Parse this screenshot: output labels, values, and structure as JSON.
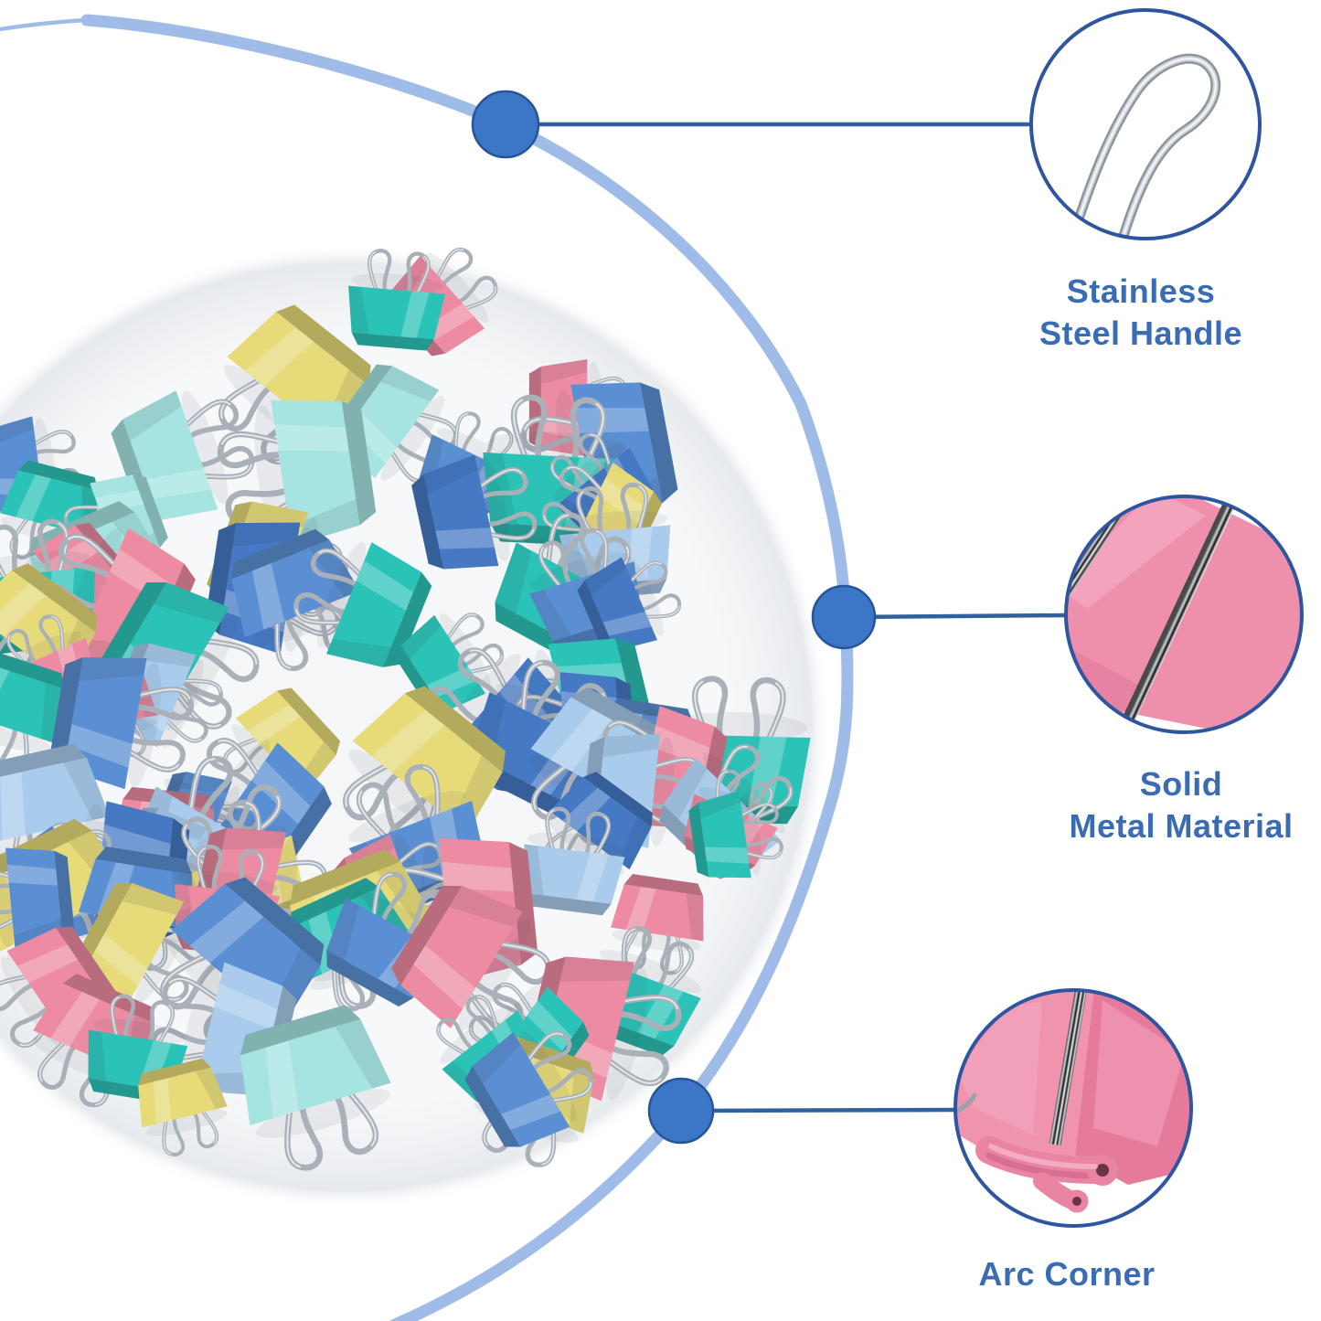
{
  "page": {
    "background": "#ffffff",
    "description": "Product feature infographic: pile of assorted pastel metal binder clips with three circular close-up callouts connected by a light blue arc"
  },
  "colors": {
    "arc": "#9fbbe7",
    "dot_fill": "#3b76c7",
    "dot_border": "#27549b",
    "connector_line": "#30619f",
    "circle_border": "#2d55a0",
    "label_text": "#3a6cb4",
    "wire_silver": "#a9b0b8",
    "closeup_pink": "#ee8fac"
  },
  "product_photo": {
    "description": "Pile of assorted pastel-colored metal binder clips with silver wire handles on a round white surface",
    "clip_colors": [
      "#2bc3b7",
      "#5b8fd3",
      "#ec8ba2",
      "#e6da79",
      "#a5e4e0",
      "#4579c4",
      "#a9cbec"
    ]
  },
  "callouts": [
    {
      "id": "stainless-steel-handle",
      "line1": "Stainless",
      "line2": "Steel Handle",
      "image": "steel-wire-handle-closeup"
    },
    {
      "id": "solid-metal-material",
      "line1": "Solid",
      "line2": "Metal Material",
      "image": "pink-clip-metal-rod-closeup"
    },
    {
      "id": "arc-corner",
      "line1": "Arc Corner",
      "image": "pink-clip-rolled-corner-closeup"
    }
  ]
}
